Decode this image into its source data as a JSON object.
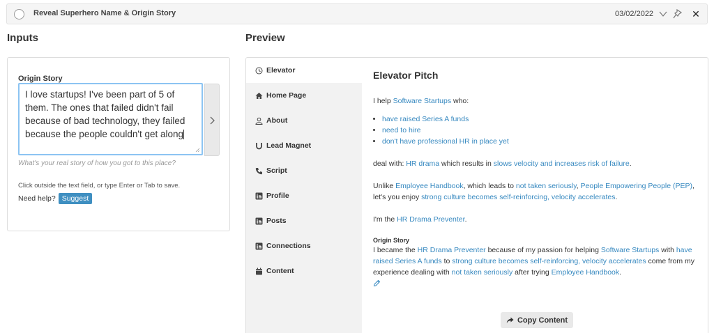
{
  "task": {
    "title": "Reveal Superhero Name & Origin Story",
    "date": "03/02/2022"
  },
  "inputs": {
    "section_title": "Inputs",
    "field_label": "Origin Story",
    "textarea_value": "I love startups! I've been part of 5 of them. The ones that failed didn't fail because of bad technology, they failed because the people couldn't get along",
    "help_text": "What's your real story of how you got to this place?",
    "instruction": "Click outside the text field, or type Enter or Tab to save.",
    "need_help": "Need help?",
    "suggest_label": "Suggest"
  },
  "preview": {
    "section_title": "Preview",
    "tabs": [
      {
        "label": "Elevator",
        "icon": "clock-icon"
      },
      {
        "label": "Home Page",
        "icon": "home-icon"
      },
      {
        "label": "About",
        "icon": "user-icon"
      },
      {
        "label": "Lead Magnet",
        "icon": "magnet-icon"
      },
      {
        "label": "Script",
        "icon": "phone-icon"
      },
      {
        "label": "Profile",
        "icon": "linkedin-icon"
      },
      {
        "label": "Posts",
        "icon": "linkedin-icon"
      },
      {
        "label": "Connections",
        "icon": "linkedin-icon"
      },
      {
        "label": "Content",
        "icon": "calendar-icon"
      }
    ],
    "heading": "Elevator Pitch",
    "help_prefix": "I help ",
    "audience": "Software Startups",
    "who": " who:",
    "bullets": [
      "have raised Series A funds",
      "need to hire",
      "don't have professional HR in place yet"
    ],
    "deal_prefix": "deal with: ",
    "problem": "HR drama",
    "results_in": " which results in ",
    "consequence": "slows velocity and increases risk of failure",
    "period": ".",
    "unlike_prefix": "Unlike ",
    "alt1": "Employee Handbook",
    "leads_to": ", which leads to ",
    "alt1_issue": "not taken seriously",
    "comma": ", ",
    "alt2": "People Empowering People (PEP)",
    "enjoy": ", let's you enjoy ",
    "benefit": "strong culture becomes self-reinforcing, velocity accelerates",
    "im_the": "I'm the ",
    "hero_name": "HR Drama Preventer",
    "origin_label": "Origin Story",
    "origin_1": "I became the ",
    "origin_2": " because of my passion for helping ",
    "origin_3": " with ",
    "origin_4": " to ",
    "origin_5": " come from my experience dealing with ",
    "origin_6": " after trying ",
    "copy_label": "Copy Content"
  }
}
